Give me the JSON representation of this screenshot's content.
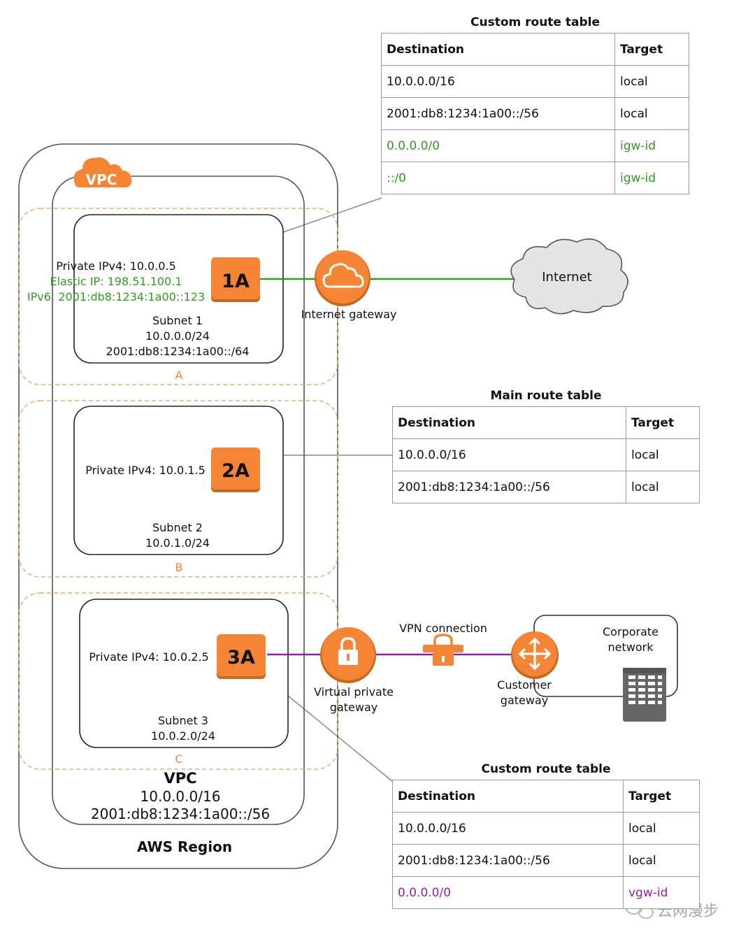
{
  "region": {
    "label": "AWS Region"
  },
  "vpc": {
    "badge": "VPC",
    "label": "VPC",
    "cidr_v4": "10.0.0.0/16",
    "cidr_v6": "2001:db8:1234:1a00::/56"
  },
  "subnets": [
    {
      "zone": "A",
      "name": "Subnet 1",
      "cidr_v4": "10.0.0.0/24",
      "cidr_v6": "2001:db8:1234:1a00::/64",
      "instance": {
        "badge": "1A",
        "private_ipv4": "Private IPv4: 10.0.0.5",
        "elastic_ip": "Elastic IP: 198.51.100.1",
        "ipv6": "IPv6: 2001:db8:1234:1a00::123"
      }
    },
    {
      "zone": "B",
      "name": "Subnet 2",
      "cidr_v4": "10.0.1.0/24",
      "instance": {
        "badge": "2A",
        "private_ipv4": "Private IPv4: 10.0.1.5"
      }
    },
    {
      "zone": "C",
      "name": "Subnet 3",
      "cidr_v4": "10.0.2.0/24",
      "instance": {
        "badge": "3A",
        "private_ipv4": "Private IPv4: 10.0.2.5"
      }
    }
  ],
  "gateways": {
    "internet": "Internet gateway",
    "internet_cloud": "Internet",
    "vpg_line1": "Virtual private",
    "vpg_line2": "gateway",
    "vpn": "VPN connection",
    "cgw_line1": "Customer",
    "cgw_line2": "gateway",
    "corp_line1": "Corporate",
    "corp_line2": "network"
  },
  "route_tables": {
    "custom_top": {
      "title": "Custom route table",
      "headers": [
        "Destination",
        "Target"
      ],
      "rows": [
        [
          "10.0.0.0/16",
          "local"
        ],
        [
          "2001:db8:1234:1a00::/56",
          "local"
        ],
        [
          "0.0.0.0/0",
          "igw-id"
        ],
        [
          "::/0",
          "igw-id"
        ]
      ]
    },
    "main": {
      "title": "Main route table",
      "headers": [
        "Destination",
        "Target"
      ],
      "rows": [
        [
          "10.0.0.0/16",
          "local"
        ],
        [
          "2001:db8:1234:1a00::/56",
          "local"
        ]
      ]
    },
    "custom_bottom": {
      "title": "Custom route table",
      "headers": [
        "Destination",
        "Target"
      ],
      "rows": [
        [
          "10.0.0.0/16",
          "local"
        ],
        [
          "2001:db8:1234:1a00::/56",
          "local"
        ],
        [
          "0.0.0.0/0",
          "vgw-id"
        ]
      ]
    }
  },
  "watermark": "云网漫步",
  "colors": {
    "orange": "#f58534",
    "green": "#2e9e1f",
    "purple": "#9a19b0",
    "gray_line": "#8a8a8a"
  }
}
